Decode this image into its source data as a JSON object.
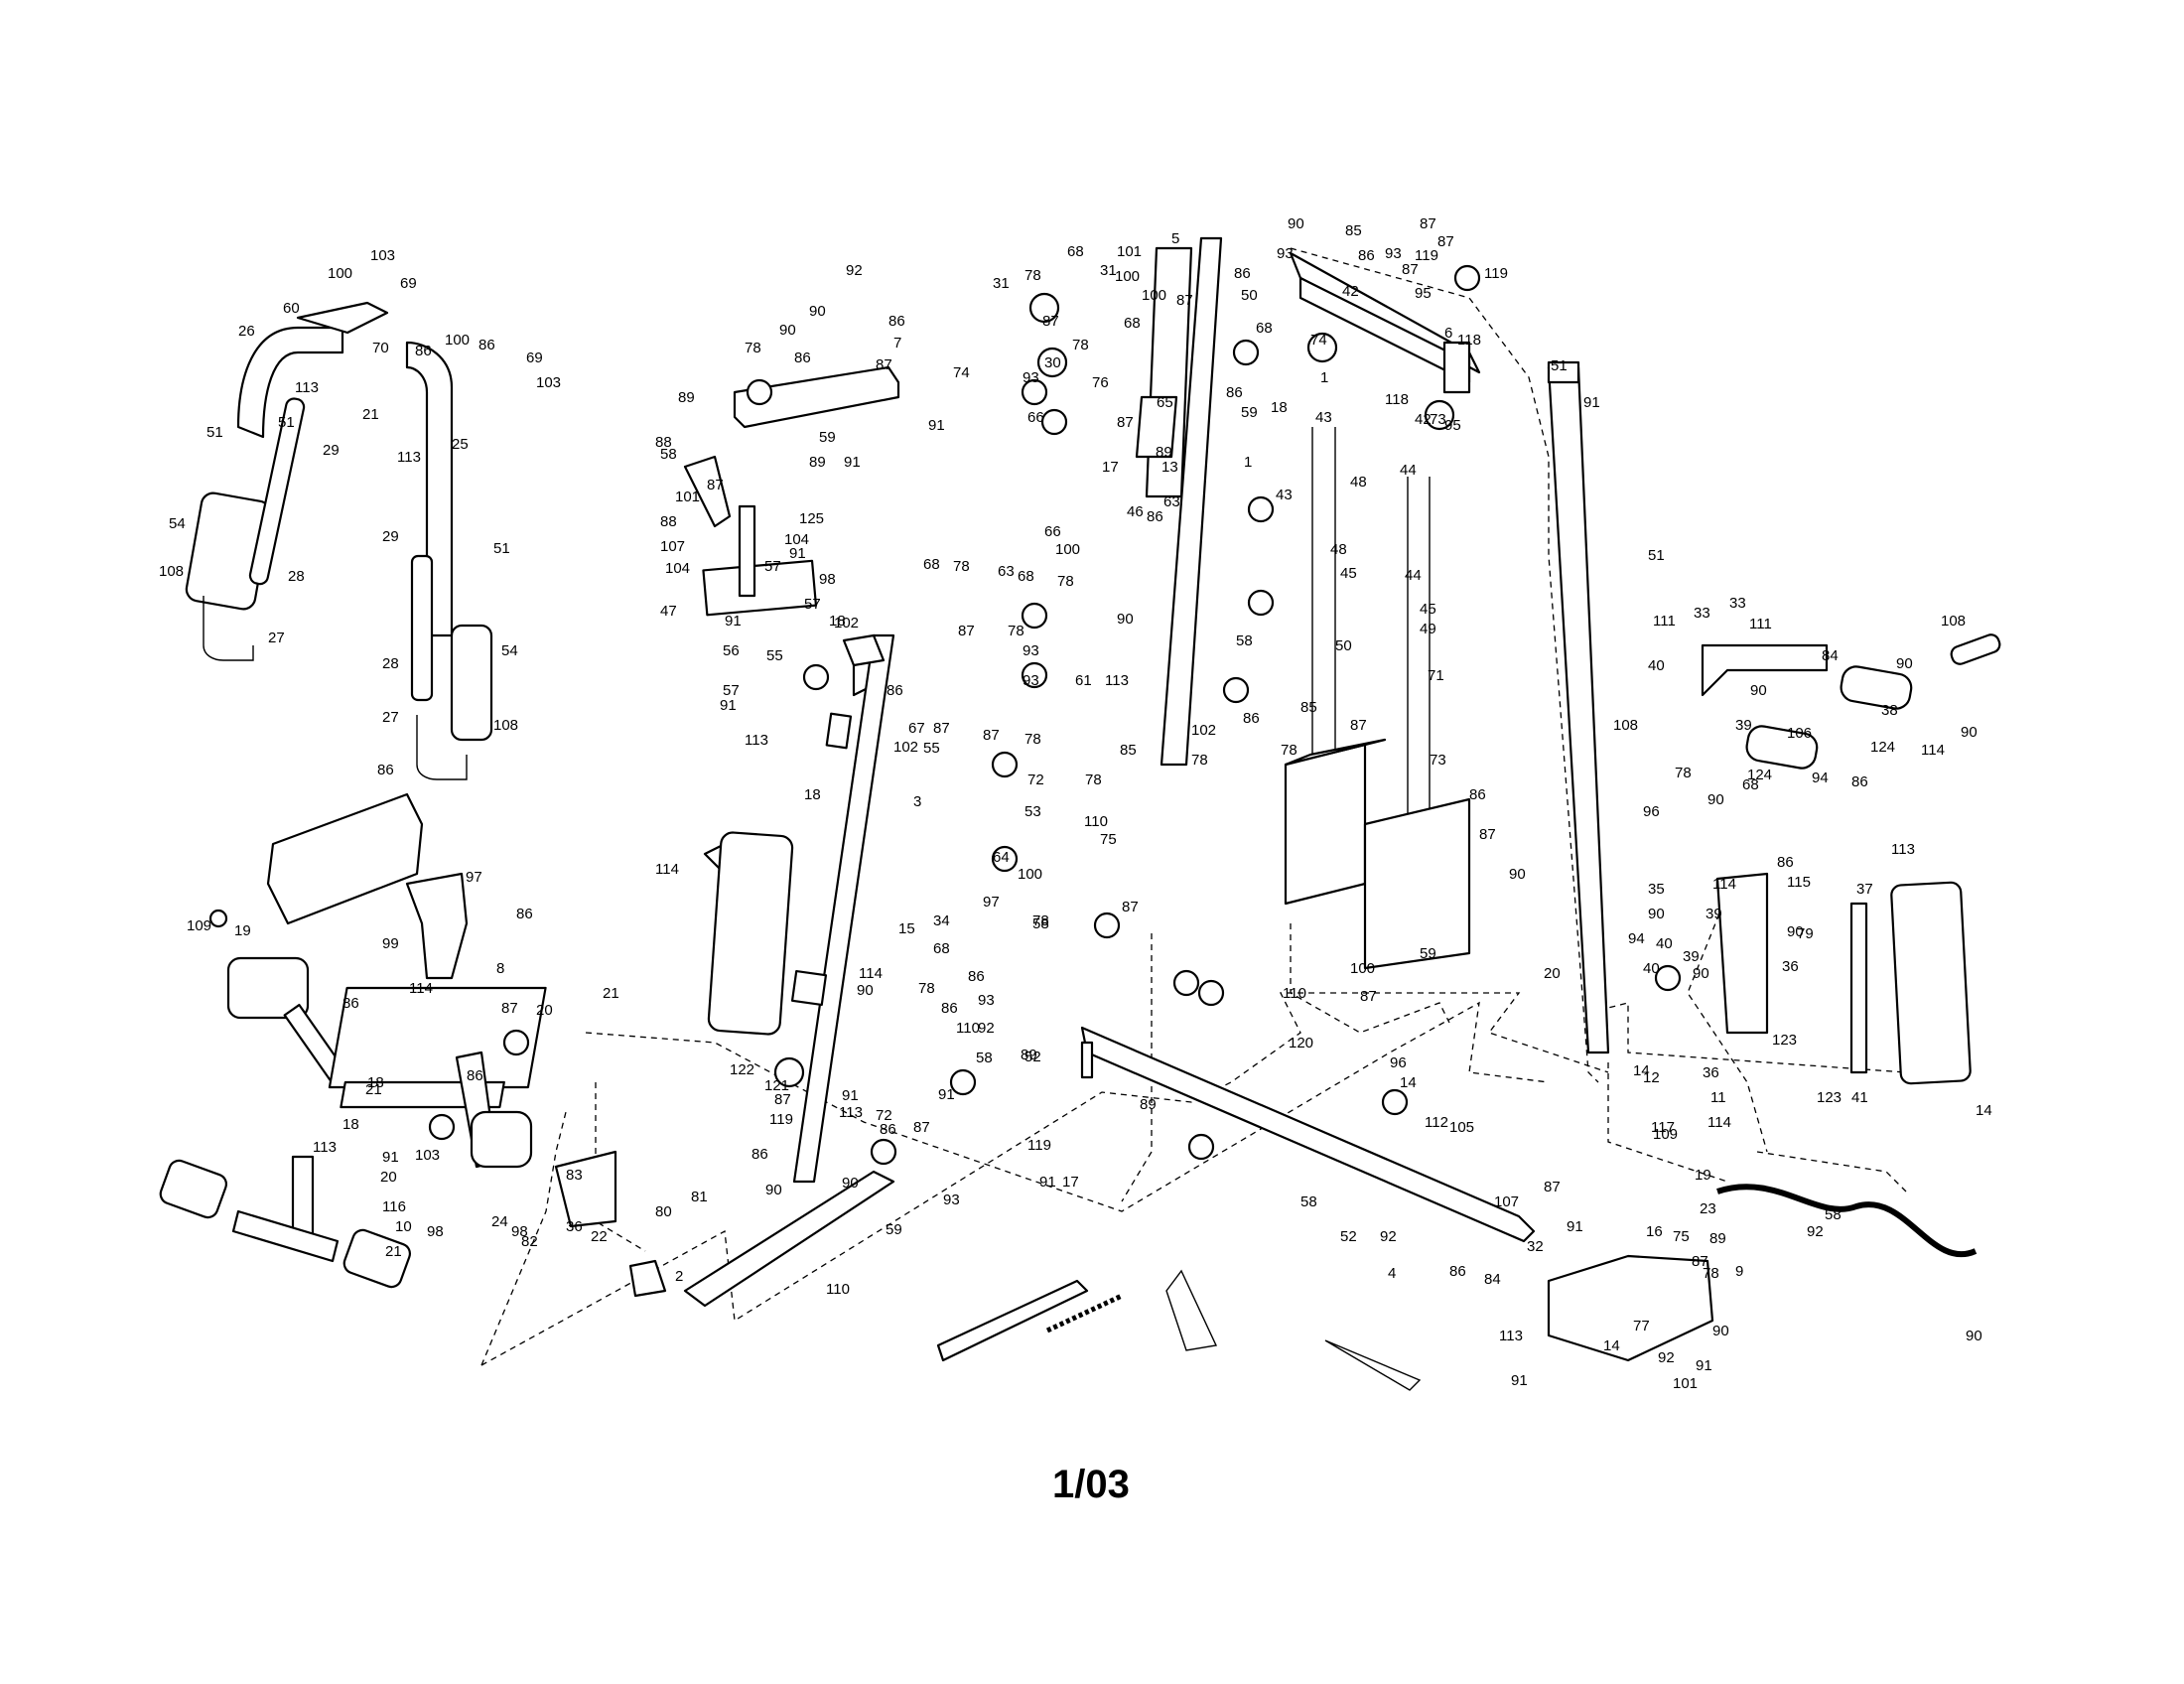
{
  "diagram": {
    "page_label": "1/03",
    "part_refs": [
      "26",
      "60",
      "100",
      "103",
      "69",
      "113",
      "21",
      "70",
      "86",
      "100",
      "86",
      "69",
      "103",
      "51",
      "51",
      "29",
      "25",
      "113",
      "54",
      "28",
      "108",
      "27",
      "29",
      "51",
      "28",
      "54",
      "27",
      "108",
      "92",
      "90",
      "86",
      "90",
      "78",
      "86",
      "7",
      "87",
      "89",
      "91",
      "88",
      "59",
      "58",
      "89",
      "91",
      "101",
      "87",
      "125",
      "88",
      "104",
      "107",
      "91",
      "104",
      "57",
      "98",
      "47",
      "91",
      "57",
      "18",
      "102",
      "56",
      "55",
      "57",
      "86",
      "91",
      "113",
      "67",
      "87",
      "102",
      "55",
      "18",
      "3",
      "114",
      "15",
      "114",
      "90",
      "122",
      "121",
      "119",
      "91",
      "113",
      "72",
      "86",
      "87",
      "86",
      "90",
      "90",
      "59",
      "110",
      "2",
      "93",
      "31",
      "78",
      "68",
      "31",
      "100",
      "87",
      "78",
      "68",
      "30",
      "74",
      "93",
      "76",
      "66",
      "65",
      "87",
      "89",
      "17",
      "13",
      "46",
      "86",
      "66",
      "63",
      "100",
      "68",
      "78",
      "63",
      "68",
      "78",
      "87",
      "78",
      "93",
      "61",
      "93",
      "87",
      "78",
      "72",
      "78",
      "53",
      "110",
      "75",
      "64",
      "100",
      "97",
      "34",
      "87",
      "68",
      "78",
      "58",
      "87",
      "86",
      "78",
      "86",
      "93",
      "110",
      "92",
      "58",
      "52",
      "91",
      "119",
      "91",
      "89",
      "89",
      "17",
      "101",
      "5",
      "100",
      "87",
      "86",
      "86",
      "68",
      "50",
      "59",
      "18",
      "90",
      "58",
      "113",
      "85",
      "78",
      "102",
      "86",
      "90",
      "93",
      "85",
      "87",
      "93",
      "119",
      "87",
      "119",
      "86",
      "87",
      "6",
      "95",
      "42",
      "74",
      "118",
      "1",
      "73",
      "42",
      "95",
      "118",
      "1",
      "43",
      "43",
      "48",
      "45",
      "44",
      "48",
      "44",
      "45",
      "49",
      "50",
      "71",
      "85",
      "87",
      "78",
      "73",
      "87",
      "86",
      "100",
      "59",
      "90",
      "110",
      "87",
      "120",
      "96",
      "14",
      "112",
      "105",
      "58",
      "52",
      "92",
      "4",
      "86",
      "84",
      "107",
      "87",
      "91",
      "32",
      "51",
      "91",
      "51",
      "108",
      "20",
      "108",
      "33",
      "111",
      "33",
      "111",
      "84",
      "40",
      "90",
      "39",
      "90",
      "106",
      "38",
      "124",
      "114",
      "86",
      "90",
      "94",
      "78",
      "124",
      "96",
      "68",
      "90",
      "113",
      "86",
      "114",
      "37",
      "115",
      "35",
      "90",
      "94",
      "39",
      "40",
      "39",
      "40",
      "90",
      "90",
      "36",
      "79",
      "41",
      "123",
      "14",
      "123",
      "14",
      "36",
      "11",
      "12",
      "114",
      "117",
      "109",
      "19",
      "23",
      "58",
      "16",
      "89",
      "78",
      "9",
      "90",
      "92",
      "77",
      "14",
      "90",
      "92",
      "75",
      "87",
      "113",
      "91",
      "91",
      "101",
      "86",
      "97",
      "99",
      "86",
      "8",
      "109",
      "19",
      "86",
      "114",
      "21",
      "87",
      "20",
      "86",
      "18",
      "18",
      "21",
      "113",
      "103",
      "91",
      "20",
      "116",
      "10",
      "21",
      "24",
      "98",
      "98",
      "83",
      "82",
      "81",
      "80",
      "36",
      "22"
    ]
  }
}
